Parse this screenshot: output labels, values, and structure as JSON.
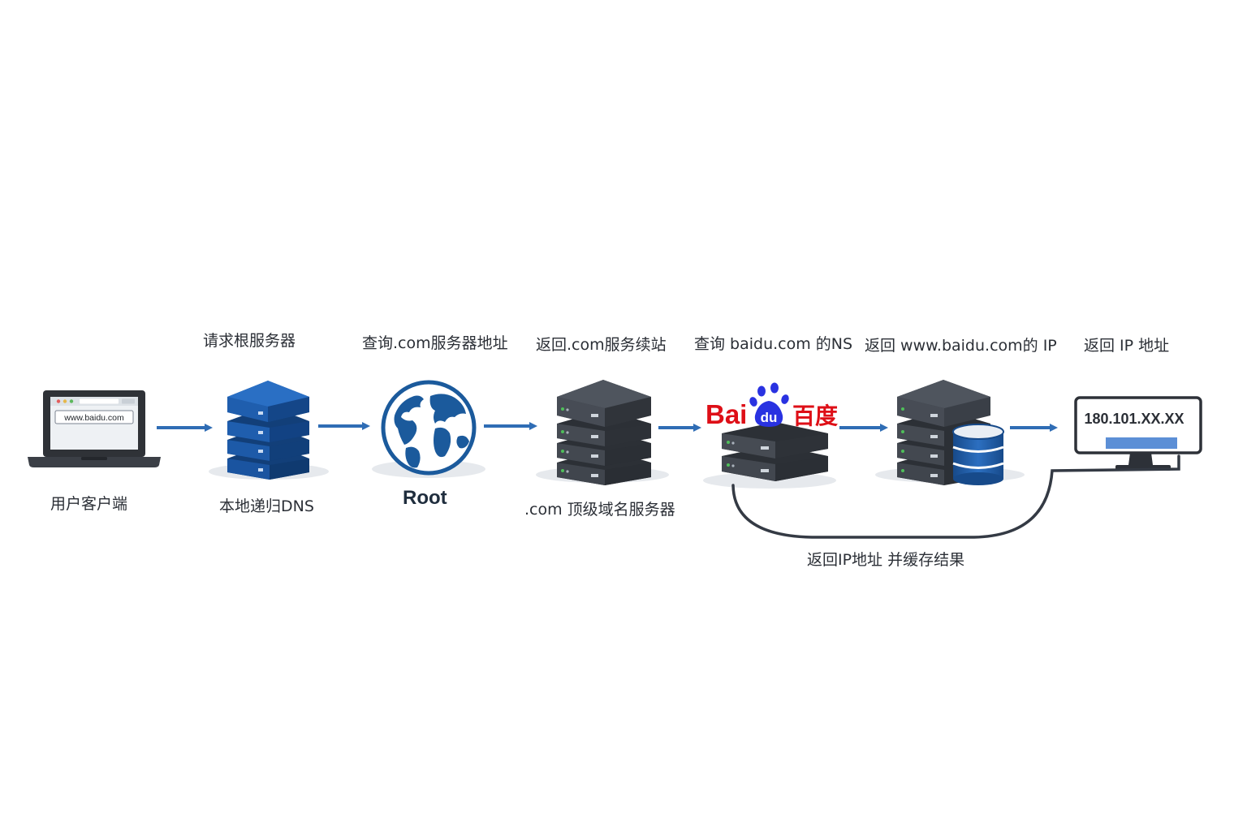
{
  "steps": {
    "s1": "请求根服务器",
    "s2": "查询.com服务器地址",
    "s3": "返回.com服务续站",
    "s4": "查询 baidu.com 的NS",
    "s5": "返回 www.baidu.com的 IP",
    "s6": "返回 IP 地址"
  },
  "nodes": {
    "client": "用户客户端",
    "local_dns": "本地递归DNS",
    "root": "Root",
    "com_tld": ".com 顶级域名服务器"
  },
  "browser": {
    "url": "www.baidu.com"
  },
  "baidu_logo": {
    "bai": "Bai",
    "du": "du",
    "cn": "百度"
  },
  "result": {
    "ip": "180.101.XX.XX"
  },
  "cache_note": "返回IP地址  并缓存结果",
  "colors": {
    "arrow": "#2f6db5",
    "server_blue": "#1f5aa6",
    "server_dark": "#3a3f47",
    "baidu_red": "#de0f17",
    "baidu_blue": "#2932e1"
  }
}
